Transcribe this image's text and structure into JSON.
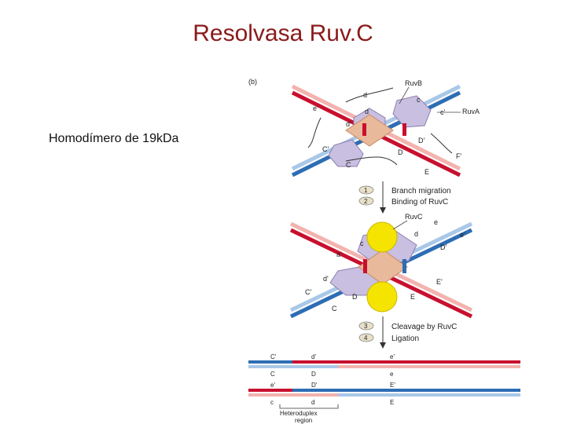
{
  "slide": {
    "title": "Resolvasa Ruv.C",
    "bullet": "Homodímero de 19kDa"
  },
  "figure": {
    "panel_label": "(b)",
    "top": {
      "labels": {
        "ruvb": "RuvB",
        "ruva": "RuvA",
        "d_top": "d",
        "c_top": "c",
        "e_prime": "e'",
        "d_prime": "d'",
        "d2": "d",
        "c_prime2": "c'",
        "D_prime": "D'",
        "c_prime": "C'",
        "D": "D",
        "C": "C",
        "E": "E",
        "F_prime": "F'"
      }
    },
    "steps": [
      {
        "num": "1",
        "text": "Branch migration"
      },
      {
        "num": "2",
        "text": "Binding of RuvC"
      },
      {
        "num": "3",
        "text": "Cleavage by RuvC"
      },
      {
        "num": "4",
        "text": "Ligation"
      }
    ],
    "middle": {
      "labels": {
        "ruvc": "RuvC",
        "e": "e",
        "c": "c",
        "d": "d",
        "e_prime": "e'",
        "a_prime": "a'",
        "D_prime": "D'",
        "d_prime": "d'",
        "E_prime": "E'",
        "C_prime": "C'",
        "D": "D",
        "E": "E",
        "C": "C"
      }
    },
    "bottom": {
      "rows": [
        [
          "C'",
          "d'",
          "e'"
        ],
        [
          "C",
          "D",
          "e"
        ],
        [
          "e'",
          "D'",
          "E'"
        ],
        [
          "c",
          "d",
          "E"
        ]
      ],
      "caption_line1": "Heteroduplex",
      "caption_line2": "region"
    }
  },
  "colors": {
    "title": "#8b1a1a",
    "red": "#c8102e",
    "pink": "#f3b3ae",
    "blue": "#2e6db4",
    "lightblue": "#a9c8e8",
    "protein_purple": "#c9bfe0",
    "protein_tan": "#e8b99b",
    "ruvc_yellow": "#f5e400"
  }
}
